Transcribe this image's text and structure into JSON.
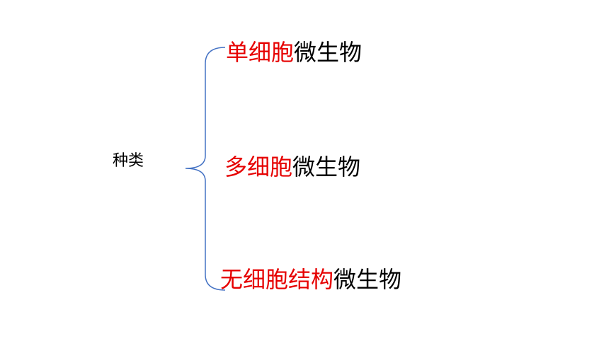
{
  "root": {
    "label": "种类"
  },
  "branches": [
    {
      "highlight": "单细胞",
      "rest": "微生物"
    },
    {
      "highlight": "多细胞",
      "rest": "微生物"
    },
    {
      "highlight": "无细胞结构",
      "rest": "微生物"
    }
  ],
  "colors": {
    "highlight": "#e60000",
    "text": "#000000",
    "brace": "#4472c4"
  }
}
